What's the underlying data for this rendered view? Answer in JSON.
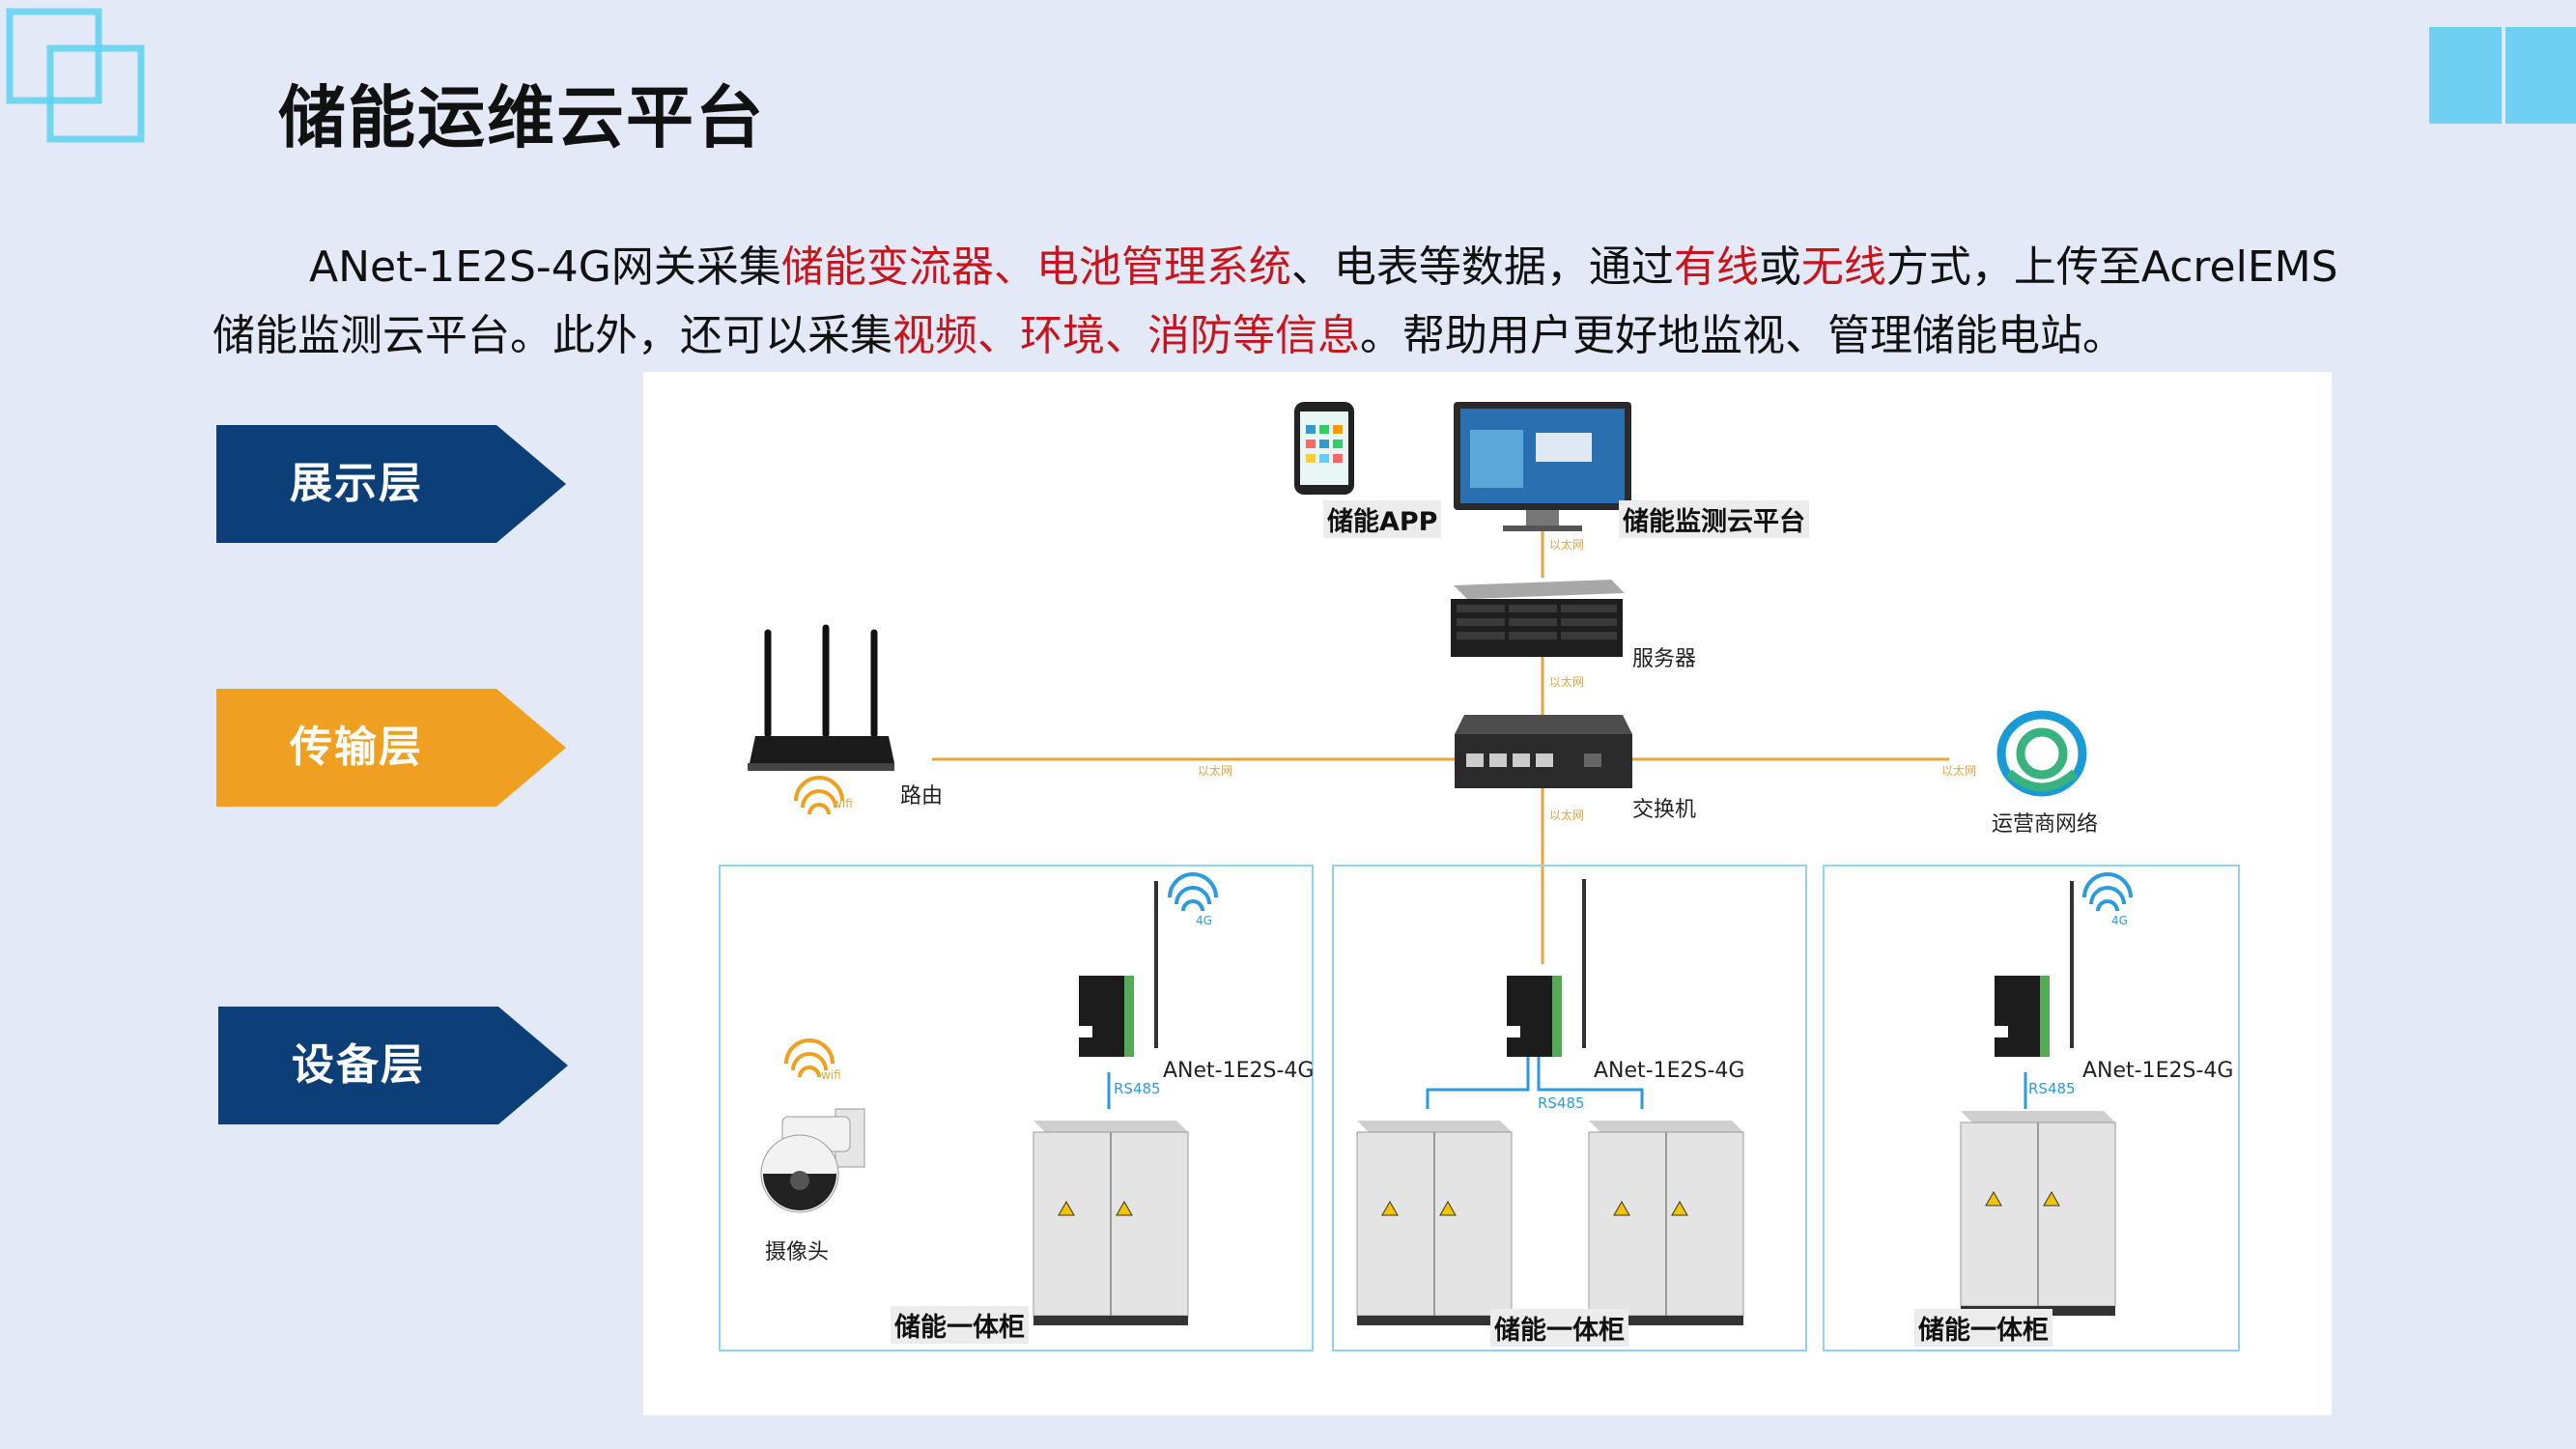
{
  "header": {
    "title": "储能运维云平台"
  },
  "intro": {
    "l1": [
      "ANet-1E2S-4G网关采集",
      "储能变流器、电池管理系统",
      "、电表等数据，通过",
      "有线",
      "或",
      "无线",
      "方式，上传至AcrelEMS"
    ],
    "l2": [
      "储能监测云平台。此外，还可以采集",
      "视频、环境、消防等信息",
      "。帮助用户更好地监视、管理储能电站。"
    ]
  },
  "layers": [
    "展示层",
    "传输层",
    "设备层"
  ],
  "colors": {
    "layer_dark": "#0c3f78",
    "layer_orange": "#f0a020",
    "highlight": "#c8141c",
    "line": "#e6a53b",
    "rs485": "#2b9be0"
  },
  "diagram": {
    "app": "储能APP",
    "platform": "储能监测云平台",
    "server": "服务器",
    "router": "路由",
    "switch": "交换机",
    "operator": "运营商网络",
    "ethernet": "以太网",
    "wifi": "wifi",
    "g4": "4G",
    "camera": "摄像头",
    "gateway": "ANet-1E2S-4G",
    "rs485": "RS485",
    "cabinet": "储能一体柜"
  }
}
